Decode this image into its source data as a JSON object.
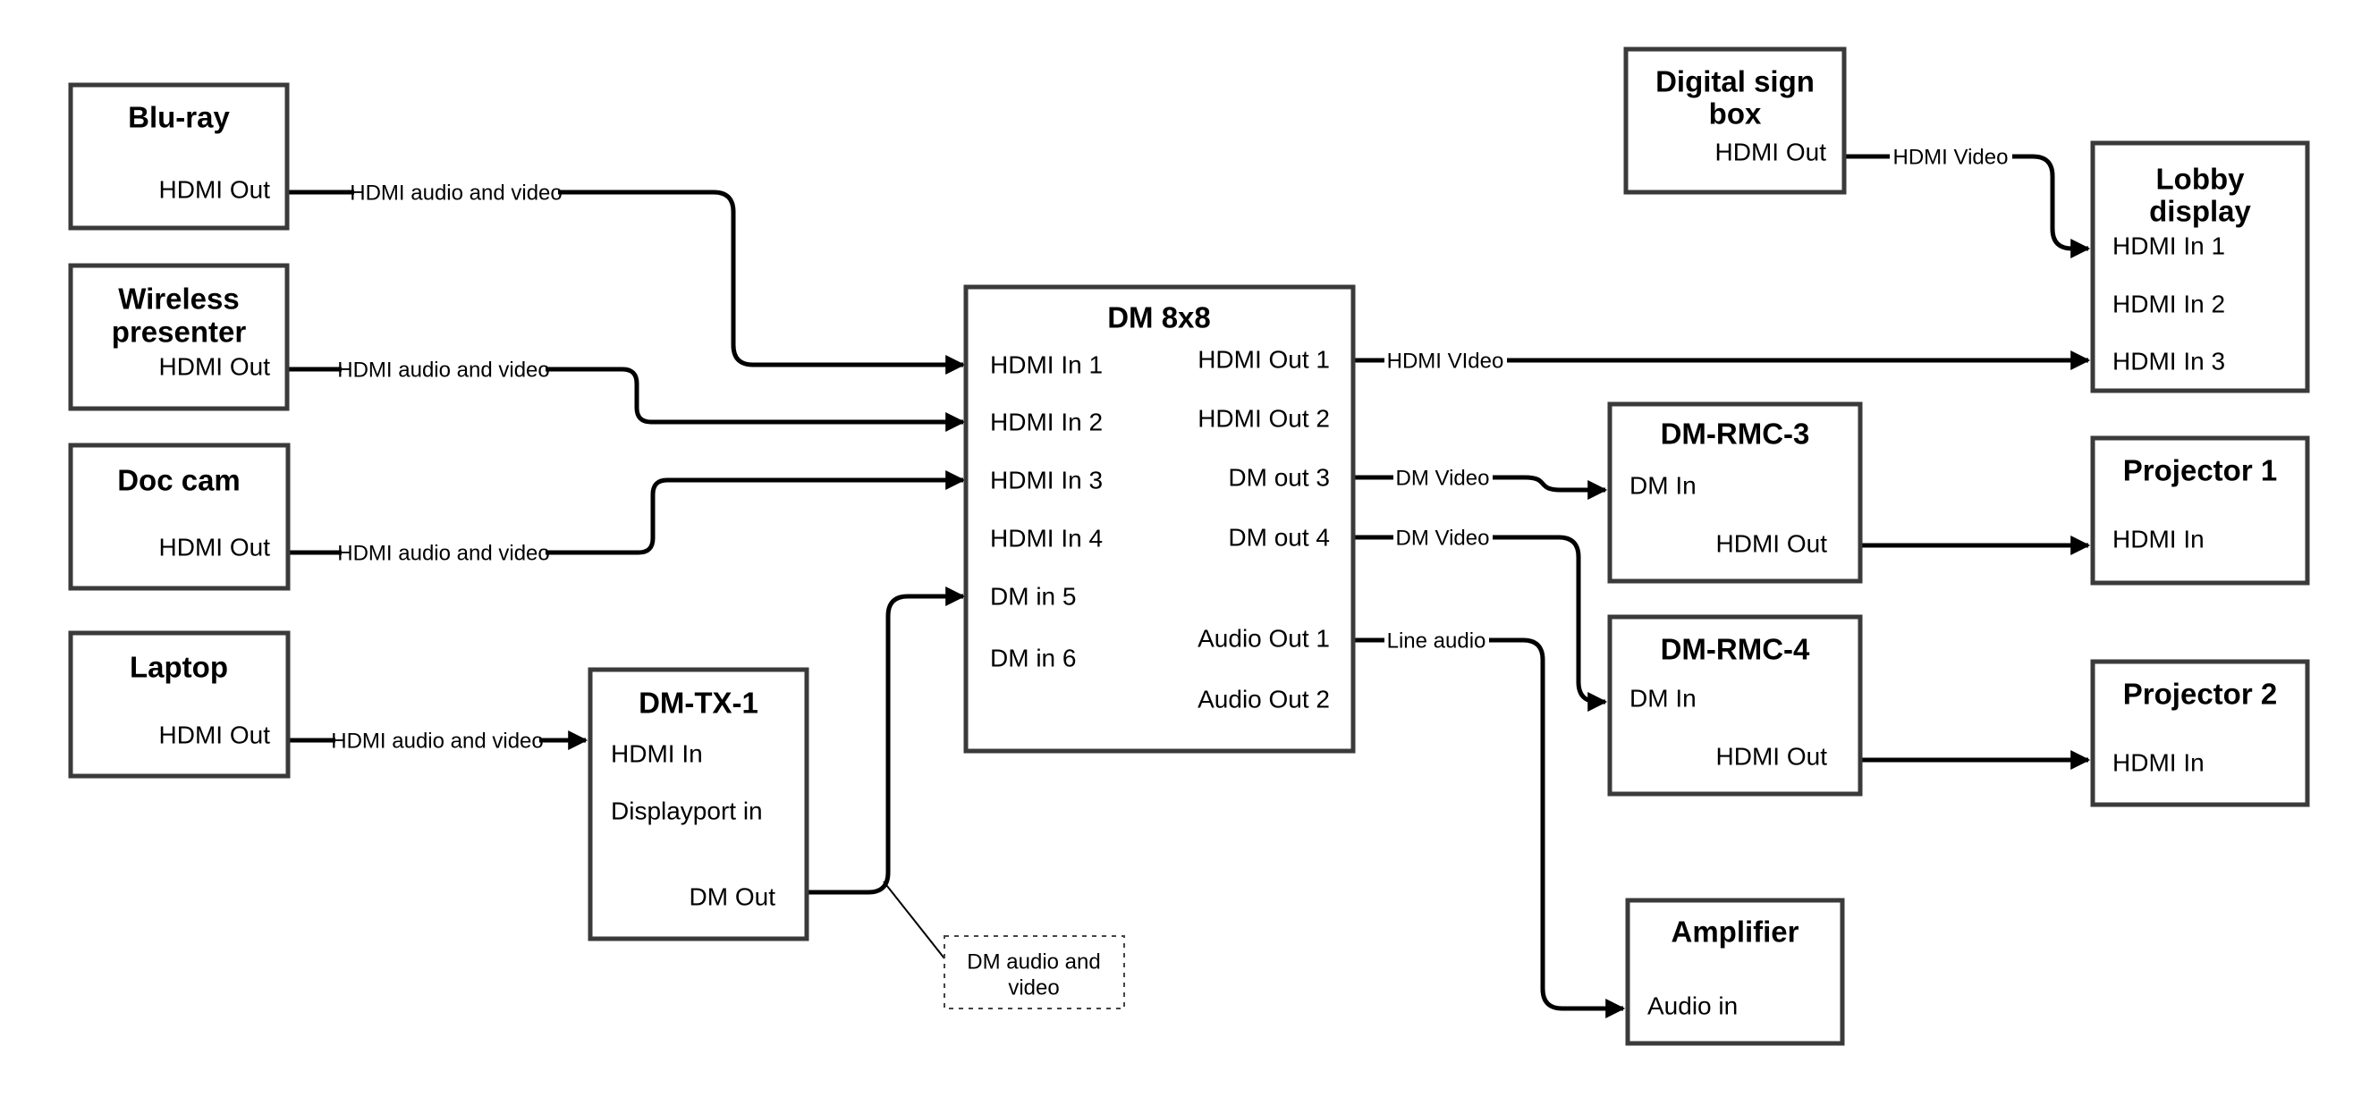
{
  "diagram": {
    "background_color": "#ffffff",
    "line_color": "#000000",
    "box_border_color": "#3a3a3a",
    "nodes": {
      "bluray": {
        "title": "Blu-ray",
        "port_out": "HDMI Out"
      },
      "wireless": {
        "title1": "Wireless",
        "title2": "presenter",
        "port_out": "HDMI Out"
      },
      "doccam": {
        "title": "Doc cam",
        "port_out": "HDMI Out"
      },
      "laptop": {
        "title": "Laptop",
        "port_out": "HDMI Out"
      },
      "dmtx1": {
        "title": "DM-TX-1",
        "port_hdmi_in": "HDMI In",
        "port_dp_in": "Displayport in",
        "port_dm_out": "DM Out"
      },
      "dm8x8": {
        "title": "DM 8x8",
        "inputs": [
          "HDMI In 1",
          "HDMI In 2",
          "HDMI In 3",
          "HDMI In 4",
          "DM in 5",
          "DM in 6"
        ],
        "outputs": [
          "HDMI Out 1",
          "HDMI Out 2",
          "DM out 3",
          "DM out 4",
          "Audio Out 1",
          "Audio Out 2"
        ]
      },
      "digital_sign": {
        "title1": "Digital sign",
        "title2": "box",
        "port_out": "HDMI Out"
      },
      "lobby": {
        "title1": "Lobby",
        "title2": "display",
        "inputs": [
          "HDMI In 1",
          "HDMI In 2",
          "HDMI In 3"
        ]
      },
      "dmrmc3": {
        "title": "DM-RMC-3",
        "port_in": "DM In",
        "port_out": "HDMI Out"
      },
      "proj1": {
        "title": "Projector 1",
        "port_in": "HDMI In"
      },
      "dmrmc4": {
        "title": "DM-RMC-4",
        "port_in": "DM In",
        "port_out": "HDMI Out"
      },
      "proj2": {
        "title": "Projector 2",
        "port_in": "HDMI In"
      },
      "amp": {
        "title": "Amplifier",
        "port_in": "Audio in"
      }
    },
    "wire_labels": {
      "bluray_av": "HDMI audio and video",
      "wireless_av": "HDMI audio and video",
      "doccam_av": "HDMI audio and video",
      "laptop_av": "HDMI audio and video",
      "hdmi_video_out1": "HDMI VIdeo",
      "digital_sign_video": "HDMI Video",
      "dm_video_out3": "DM Video",
      "dm_video_out4": "DM Video",
      "line_audio": "Line audio"
    },
    "note": {
      "line1": "DM audio and",
      "line2": "video"
    }
  }
}
